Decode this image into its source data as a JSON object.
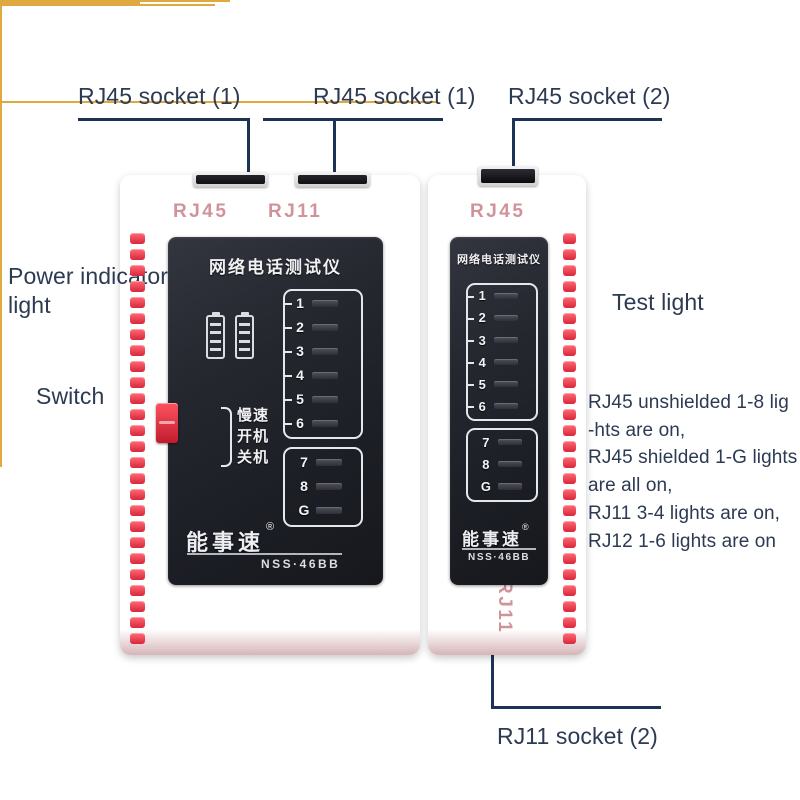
{
  "callouts": {
    "top_left": "RJ45 socket (1)",
    "top_mid": "RJ45 socket (1)",
    "top_right": "RJ45 socket (2)",
    "power_line1": "Power indicator",
    "power_line2": "light",
    "switch": "Switch",
    "test_light": "Test light",
    "bottom": "RJ11 socket (2)"
  },
  "description_lines": [
    "RJ45 unshielded 1-8 lig",
    "-hts are on,",
    "RJ45 shielded 1-G lights",
    "are all on,",
    "RJ11 3-4 lights are on,",
    "RJ12 1-6 lights are on"
  ],
  "device": {
    "panel_title": "网络电话测试仪",
    "brand": "能事速",
    "brand_mark": "®",
    "model": "NSS·46BB",
    "switch_labels": [
      "慢速",
      "开机",
      "关机"
    ],
    "led_group_top": [
      "1",
      "2",
      "3",
      "4",
      "5",
      "6"
    ],
    "led_group_bottom": [
      "7",
      "8",
      "G"
    ],
    "moulded_labels": {
      "master_rj45": "RJ45",
      "master_rj11": "RJ11",
      "remote_rj45": "RJ45",
      "remote_rj11": "RJ11"
    },
    "battery_count": 2,
    "battery_segments": 4
  },
  "colors": {
    "body_red": "#f1455a",
    "panel_black": "#22242c",
    "callout_navy": "#2c3a52",
    "leader_navy": "#1d3356",
    "leader_gold": "#e0a93f",
    "background": "#ffffff"
  }
}
